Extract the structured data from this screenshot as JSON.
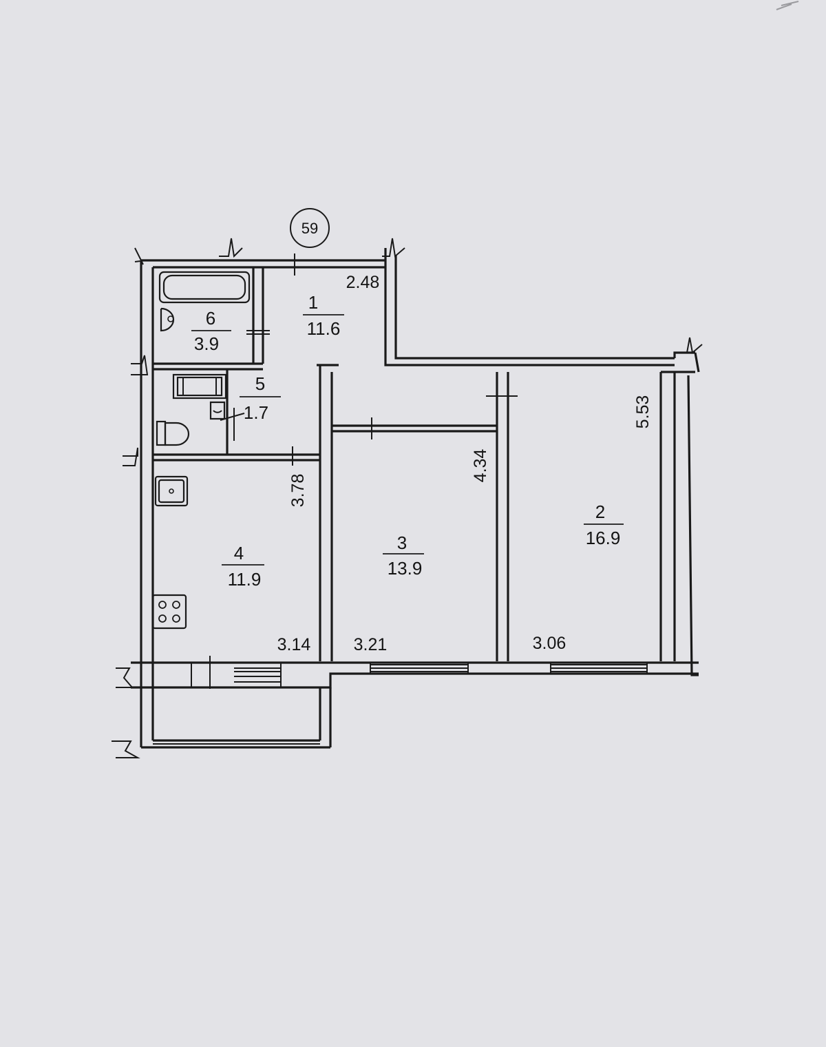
{
  "plan": {
    "marker": "59",
    "rooms": [
      {
        "number": "1",
        "area": "11.6"
      },
      {
        "number": "2",
        "area": "16.9"
      },
      {
        "number": "3",
        "area": "13.9"
      },
      {
        "number": "4",
        "area": "11.9"
      },
      {
        "number": "5",
        "area": "1.7"
      },
      {
        "number": "6",
        "area": "3.9"
      }
    ],
    "dimensions": {
      "d1": "2.48",
      "d2": "5.53",
      "d3": "4.34",
      "d4": "3.78",
      "d5": "3.14",
      "d6": "3.21",
      "d7": "3.06"
    }
  }
}
